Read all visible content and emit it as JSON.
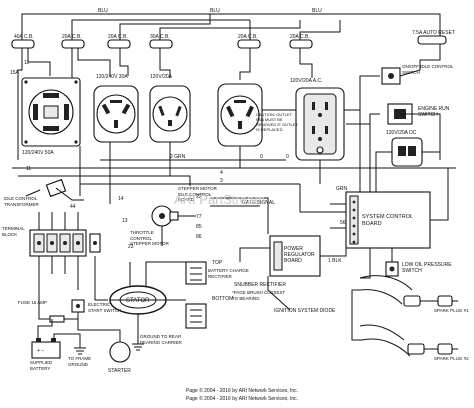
{
  "diagram": {
    "wire_labels": {
      "blu_1": "BLU",
      "blu_2": "BLU",
      "blu_3": "BLU",
      "w2": "2 GRN",
      "w3": "3",
      "w4": "4",
      "w15a": "15A",
      "w11": "11",
      "w44": "44",
      "w0": "0",
      "w0b": "0",
      "w14": "14",
      "w22": "22",
      "w77": "77",
      "w85": "85",
      "w86": "86",
      "w56": "56",
      "w13": "13",
      "w23": "23",
      "w44b": "44",
      "w11b": "11"
    },
    "breakers": {
      "b1": "40A C.B.",
      "b2": "20A C.B.",
      "b3": "20A C.B.",
      "b4": "30A C.B.",
      "b5": "20A C.B.",
      "b6": "20A C.B.",
      "b7": "7.5A AUTO RESET"
    },
    "receptacles": {
      "r50": "120/240V 50A",
      "r30": "120/240V 30A",
      "r20": "120V/20A",
      "rac": "120V/20A A.C.",
      "r20dc": "120V/20A DC",
      "r_ac_caution": "CAUTION: OUTLET FAN MUST BE REMOVED IF OUTLET IS REPLACED."
    },
    "components": {
      "idle_switch": "ON/OFF IDLE CONTROL SWITCH",
      "run_switch": "ENGINE RUN SWITCH",
      "idle_transformer": "IDLE CONTROL TRANSFORMER",
      "stepper_motor": "STEPPER MOTOR IDLE CONTROL BOARD",
      "throttle_motor": "THROTTLE CONTROL STEPPER MOTOR",
      "terminal_block": "TERMINAL BLOCK",
      "gate_signal": "GATE SIGNAL",
      "system_control": "SYSTEM CONTROL BOARD",
      "power_reg": "POWER REGULATOR BOARD",
      "low_oil": "LOW OIL PRESSURE SWITCH",
      "battery_charge": "BATTERY CHARGE RECTIFIER",
      "stator": "STATOR",
      "top": "TOP",
      "bottom": "BOTTOM",
      "snubber": "SNUBBER RECTIFIER",
      "brush_note": "*PAGE BRUSH CLOSEST TO BEARING",
      "ignition_diode": "IGNITION SYSTEM DIODE",
      "fuse": "FUSE 15 AMP",
      "electric_start": "ELECTRIC START SWITCH",
      "battery": "SUPPLIED BATTERY",
      "to_frame": "TO FRAME GROUND",
      "starter": "STARTER",
      "ground_rear": "GROUND TO REAR BEARING CARRIER",
      "spark1": "SPARK PLUG #1",
      "spark2": "SPARK PLUG #2",
      "blk": "1 BLK",
      "grn": "GRN"
    },
    "watermark": "ARI PartStream",
    "footer_1": "Page © 2004 - 2016 by ARI Network Services, Inc.",
    "footer_2": "Page © 2004 - 2016 by ARI Network Services, Inc."
  }
}
